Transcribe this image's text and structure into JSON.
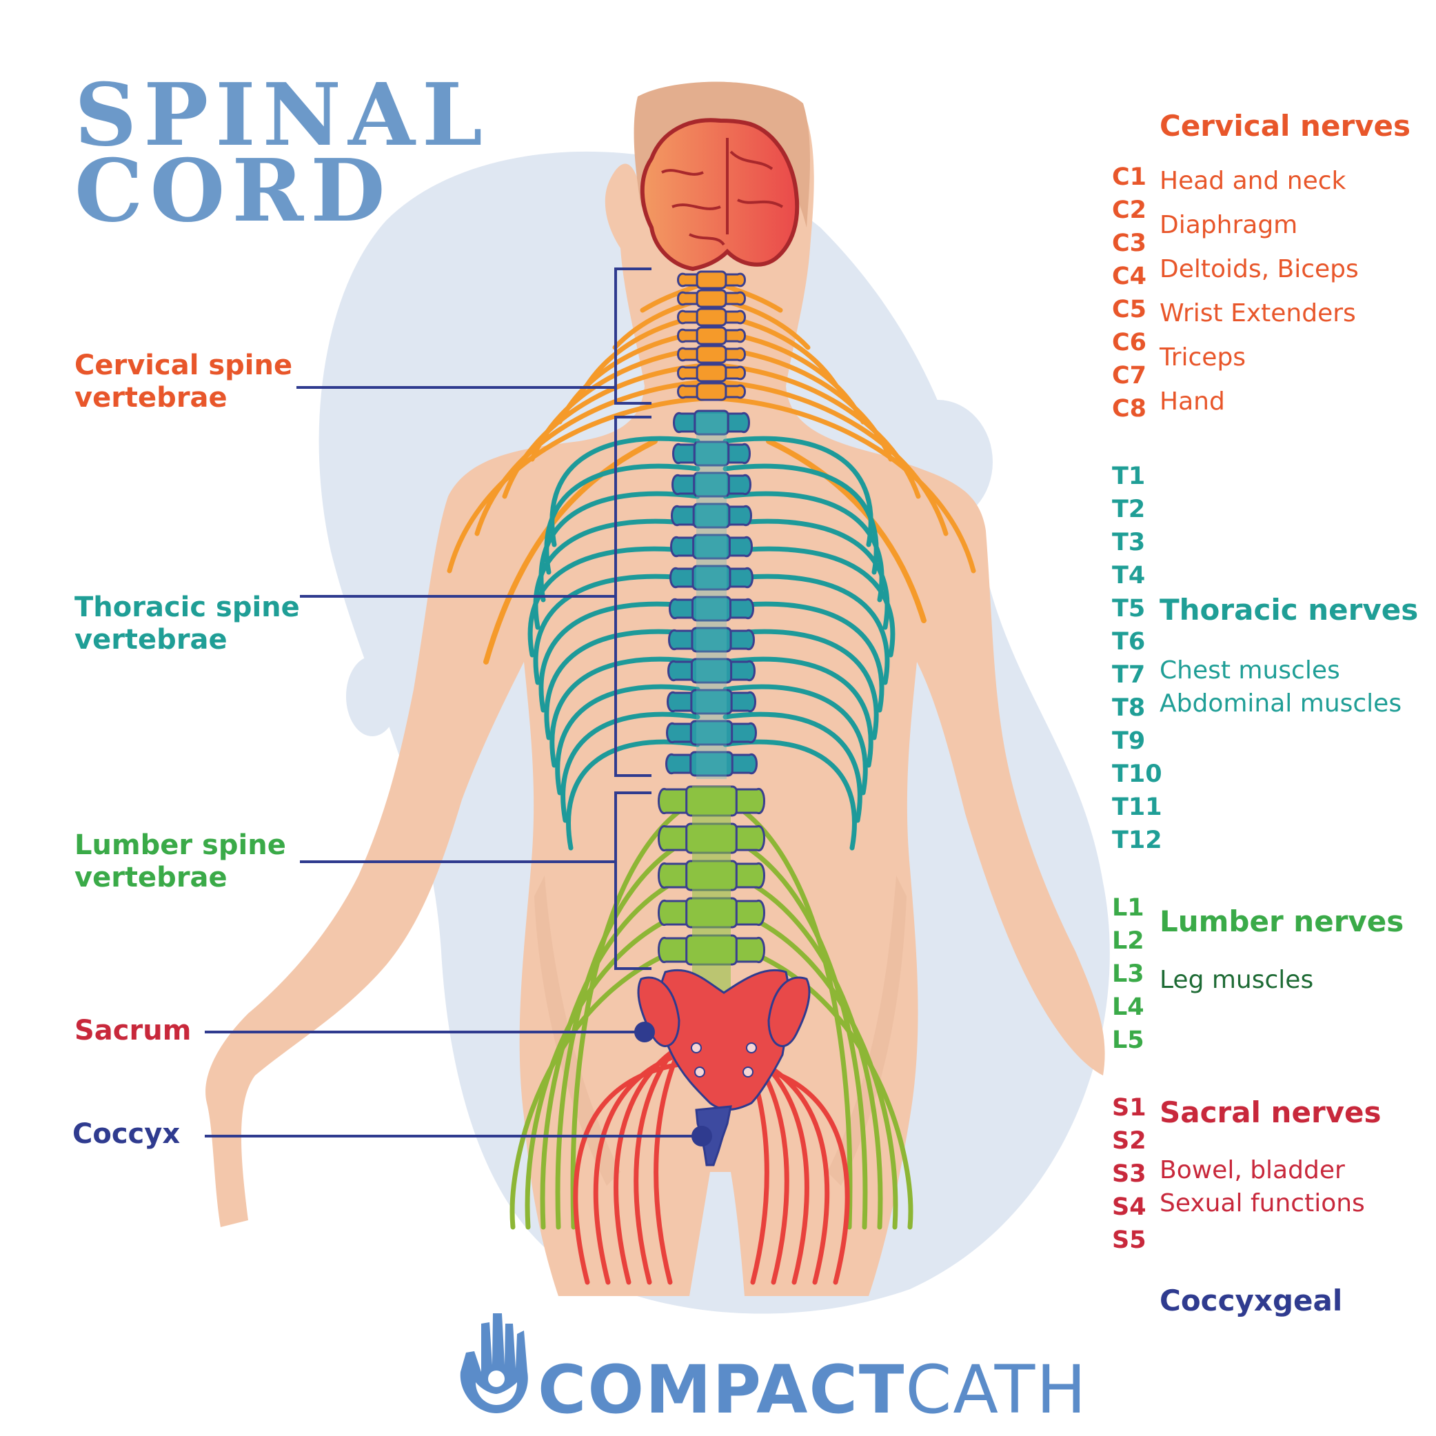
{
  "title": {
    "line1": "SPINAL",
    "line2": "CORD"
  },
  "colors": {
    "title": "#6c99c9",
    "cervical": "#e8562a",
    "thoracic": "#1f9e96",
    "lumbar": "#3aaa48",
    "sacral": "#c8283b",
    "coccyx": "#2f3b8f",
    "leg_muscles": "#1e6b35",
    "brand": "#5b8cc9"
  },
  "left_labels": {
    "cervical": {
      "line1": "Cervical spine",
      "line2": "vertebrae"
    },
    "thoracic": {
      "line1": "Thoracic spine",
      "line2": "vertebrae"
    },
    "lumbar": {
      "line1": "Lumber spine",
      "line2": "vertebrae"
    },
    "sacrum": "Sacrum",
    "coccyx": "Coccyx"
  },
  "right_panel": {
    "cervical": {
      "title": "Cervical nerves",
      "codes": [
        "C1",
        "C2",
        "C3",
        "C4",
        "C5",
        "C6",
        "C7",
        "C8"
      ],
      "functions": [
        "Head and neck",
        "Diaphragm",
        "Deltoids, Biceps",
        "Wrist Extenders",
        "Triceps",
        "Hand"
      ]
    },
    "thoracic": {
      "title": "Thoracic nerves",
      "codes": [
        "T1",
        "T2",
        "T3",
        "T4",
        "T5",
        "T6",
        "T7",
        "T8",
        "T9",
        "T10",
        "T11",
        "T12"
      ],
      "functions": [
        "Chest muscles",
        "Abdominal muscles"
      ]
    },
    "lumbar": {
      "title": "Lumber nerves",
      "codes": [
        "L1",
        "L2",
        "L3",
        "L4",
        "L5"
      ],
      "functions": [
        "Leg muscles"
      ]
    },
    "sacral": {
      "title": "Sacral nerves",
      "codes": [
        "S1",
        "S2",
        "S3",
        "S4",
        "S5"
      ],
      "functions": [
        "Bowel, bladder",
        "Sexual functions"
      ]
    },
    "coccygeal": {
      "title": "Coccyxgeal"
    }
  },
  "brand": {
    "bold": "COMPACT",
    "light": "CATH",
    "logo_icon": "hand-logo-icon"
  }
}
